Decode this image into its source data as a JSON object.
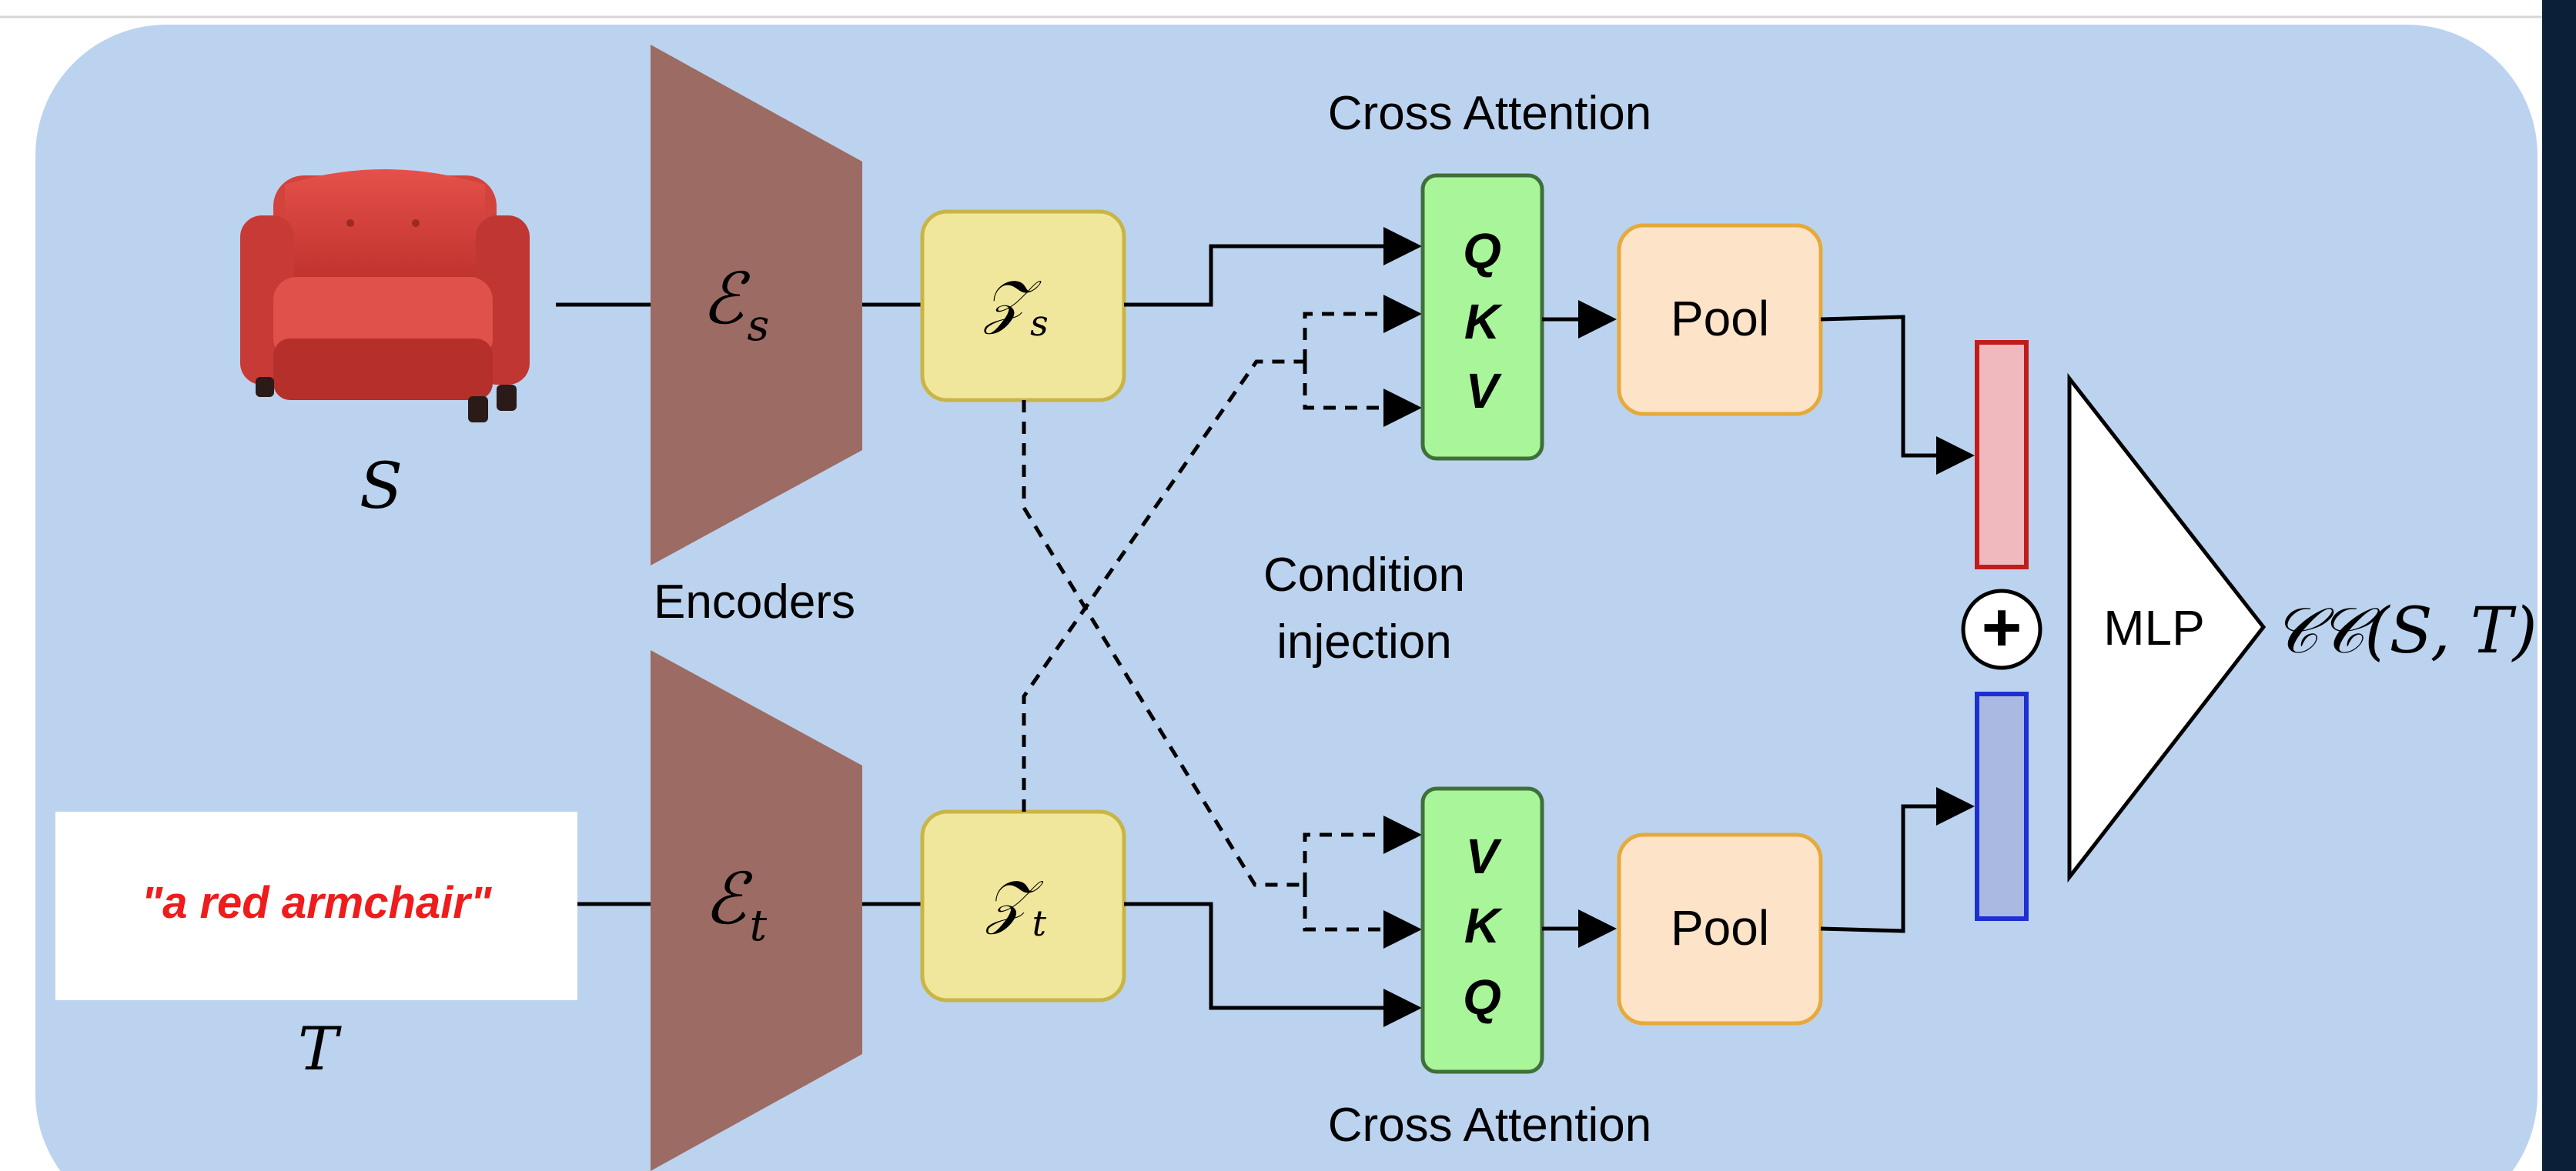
{
  "labels": {
    "cross_attention_top": "Cross Attention",
    "cross_attention_bottom": "Cross Attention",
    "encoders": "Encoders",
    "condition_line1": "Condition",
    "condition_line2": "injection",
    "pool_top": "Pool",
    "pool_bottom": "Pool",
    "mlp": "MLP",
    "shape_var": "S",
    "text_var": "T",
    "text_prompt": "\"a red armchair\""
  },
  "encoders": {
    "shape": {
      "symbol": "ℰ",
      "sub": "s"
    },
    "text": {
      "symbol": "ℰ",
      "sub": "t"
    }
  },
  "latents": {
    "shape": {
      "symbol": "𝒵",
      "sub": "s"
    },
    "text": {
      "symbol": "𝒵",
      "sub": "t"
    }
  },
  "attention_top": {
    "q": "Q",
    "k": "K",
    "v": "V"
  },
  "attention_bottom": {
    "v": "V",
    "k": "K",
    "q": "Q"
  },
  "output": "𝒞𝒞(S, T)",
  "plus_symbol": "+",
  "colors": {
    "panel": "#bcd3ef",
    "encoder": "#9c6b63",
    "latent_fill": "#f0e79c",
    "latent_border": "#c9b545",
    "attn_fill": "#a8f59a",
    "attn_border": "#3f6f3a",
    "pool_fill": "#fde3c7",
    "pool_border": "#e6a93b",
    "red_bar_fill": "#f0b9bd",
    "red_bar_border": "#c01c1c",
    "blue_bar_fill": "#a9b9e2",
    "blue_bar_border": "#1d2fd0",
    "prompt_text": "#ee1c1c",
    "dark_band": "#0b2038"
  }
}
